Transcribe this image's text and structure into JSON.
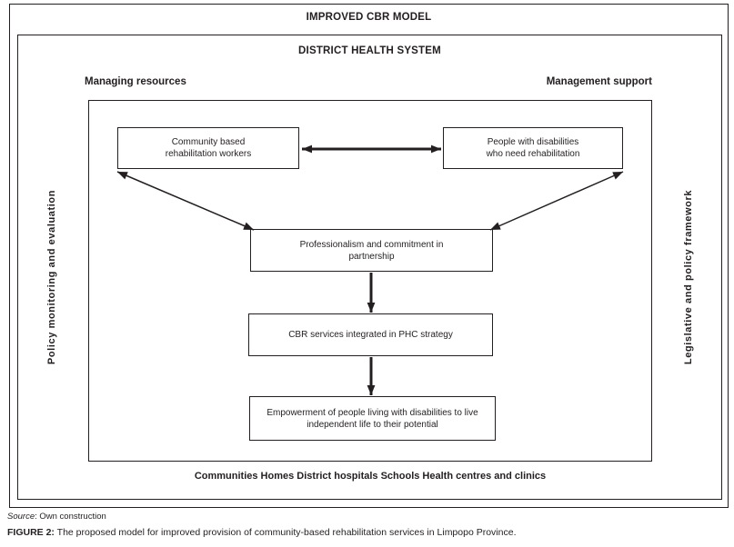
{
  "page": {
    "title": "IMPROVED CBR MODEL",
    "source": {
      "label": "Source",
      "text": ": Own construction"
    },
    "figure": {
      "label": "FIGURE 2:",
      "caption": " The proposed model for improved provision of community-based rehabilitation services in Limpopo Province."
    }
  },
  "district": {
    "title": "DISTRICT HEALTH SYSTEM",
    "left_heading": "Managing resources",
    "right_heading": "Management support",
    "left_vertical_label": "Policy monitoring and evaluation",
    "right_vertical_label": "Legislative and policy framework",
    "bottom_label": "Communities Homes District hospitals Schools Health centres and clinics"
  },
  "diagram": {
    "boxes": {
      "cbr_workers": {
        "line1": "Community based",
        "line2": "rehabilitation workers"
      },
      "people_disabilities": {
        "line1": "People with disabilities",
        "line2": "who need rehabilitation"
      },
      "professionalism": {
        "line1": "Professionalism and commitment in",
        "line2": "partnership"
      },
      "phc_strategy": {
        "line1": "CBR services integrated in PHC strategy"
      },
      "empowerment": {
        "line1": "Empowerment of people living with disabilities to live",
        "line2": "independent life to their potential"
      }
    },
    "arrows": [
      "cbr_workers <-> people_disabilities",
      "cbr_workers <-> professionalism",
      "people_disabilities <-> professionalism",
      "professionalism -> phc_strategy",
      "phc_strategy -> empowerment"
    ]
  },
  "colors": {
    "ink": "#231f20",
    "background": "#ffffff"
  }
}
